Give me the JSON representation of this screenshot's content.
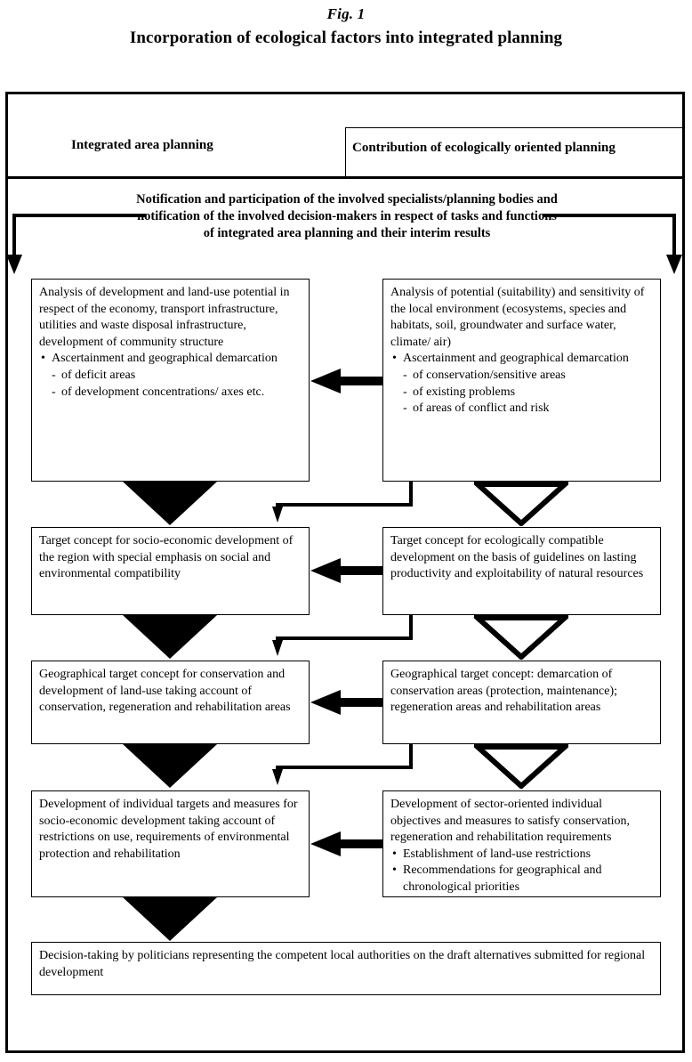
{
  "figure": {
    "number": "Fig. 1",
    "title": "Incorporation of ecological factors into integrated planning"
  },
  "header": {
    "left_column": "Integrated area planning",
    "right_column": "Contribution of ecologically oriented planning"
  },
  "notification": {
    "line1": "Notification and participation of the involved specialists/planning bodies and",
    "line2": "notification of the involved decision-makers in respect of tasks and functions",
    "line3": "of integrated area planning and their interim results"
  },
  "boxes": {
    "left1": {
      "body": "Analysis of development and land-use potential in respect of the economy, transport infrastructure, utilities and waste disposal infrastructure, development of community structure",
      "bullet1": "Ascertainment and geographical demarcation",
      "dash1": "of deficit areas",
      "dash2": "of development concentrations/ axes etc."
    },
    "right1": {
      "body": "Analysis of potential (suitability) and sensitivity of the local environment (ecosystems, species and habitats, soil, groundwater and surface water, climate/ air)",
      "bullet1": "Ascertainment and geographical demarcation",
      "dash1": "of conservation/sensitive areas",
      "dash2": "of existing problems",
      "dash3": "of areas of conflict and risk"
    },
    "left2": {
      "body": "Target concept for socio-economic development of the region with special emphasis on social and environmental compatibility"
    },
    "right2": {
      "body": "Target concept for ecologically compatible development on the basis of guidelines on lasting productivity and exploitability of natural resources"
    },
    "left3": {
      "body": "Geographical target concept for conservation and development of land-use taking account of conservation, regeneration and rehabilitation areas"
    },
    "right3": {
      "body": "Geographical target concept: demarcation of conservation areas (protection, maintenance); regeneration areas and rehabilitation areas"
    },
    "left4": {
      "body": "Development of individual targets and measures for socio-economic development taking account of restrictions on use, requirements of environmental protection and rehabilitation"
    },
    "right4": {
      "body": "Development of sector-oriented individual objectives and measures to satisfy conservation, regeneration and rehabilitation requirements",
      "bullet1": "Establishment of land-use restrictions",
      "bullet2": "Recommendations for geographical and chronological priorities"
    },
    "final": {
      "body": "Decision-taking by politicians representing the competent local authorities on the draft alternatives submitted for regional development"
    }
  },
  "colors": {
    "ink": "#000000",
    "paper": "#ffffff"
  }
}
